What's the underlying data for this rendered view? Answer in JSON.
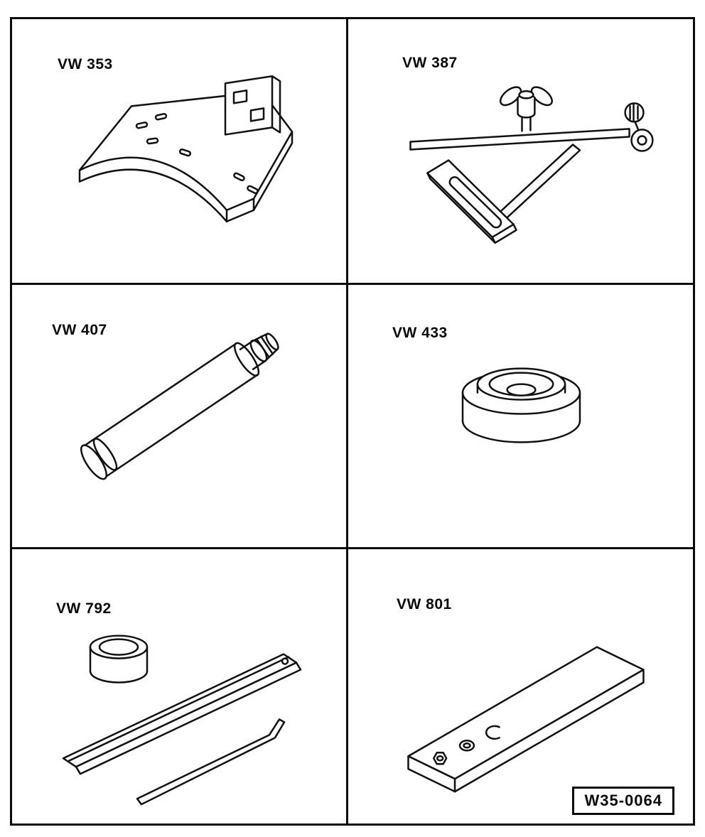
{
  "page": {
    "figure_code": "W35-0064"
  },
  "tools": [
    {
      "id": "vw-353",
      "label": "VW 353"
    },
    {
      "id": "vw-387",
      "label": "VW 387"
    },
    {
      "id": "vw-407",
      "label": "VW 407"
    },
    {
      "id": "vw-433",
      "label": "VW 433"
    },
    {
      "id": "vw-792",
      "label": "VW 792"
    },
    {
      "id": "vw-801",
      "label": "VW 801"
    }
  ]
}
